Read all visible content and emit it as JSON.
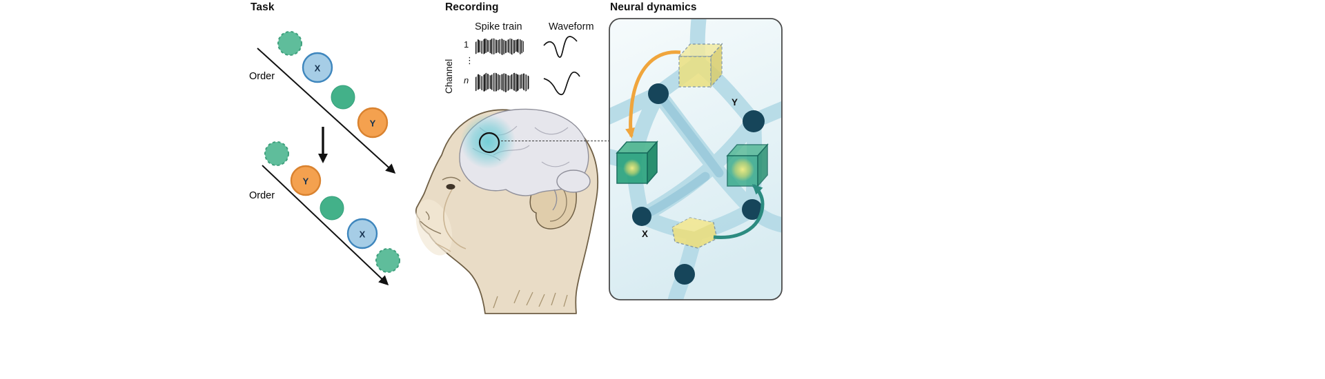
{
  "task": {
    "title": "Task",
    "order_label_top": "Order",
    "order_label_bottom": "Order",
    "sequence_top": {
      "x": "X",
      "y": "Y"
    },
    "sequence_bottom": {
      "y": "Y",
      "x": "X"
    }
  },
  "recording": {
    "title": "Recording",
    "spike_train_header": "Spike train",
    "waveform_header": "Waveform",
    "channel_axis": "Channel",
    "channel_first": "1",
    "channel_ellipsis": "⋮",
    "channel_last": "n"
  },
  "neural_dynamics": {
    "title": "Neural dynamics",
    "label_y": "Y",
    "label_x": "X"
  },
  "colors": {
    "green_circle": "#46b189",
    "green_circle_dashed_border": "#2f9872",
    "blue_circle": "#a6cde6",
    "blue_circle_border": "#3e86bd",
    "orange_circle": "#f4a14f",
    "orange_circle_border": "#d9822f",
    "band_blue": "#b6dbe7",
    "node_dark_teal": "#16455a",
    "cube_yellow": "#eae07f",
    "cube_green": "#2ca37e",
    "arrow_orange": "#f0a53c",
    "arrow_teal": "#2c8b80",
    "recording_highlight": "#6ecdd6",
    "monkey_fur": "#e9dcc6",
    "brain_gray": "#e6e6ec",
    "panel_background": "#e3f1f5"
  }
}
